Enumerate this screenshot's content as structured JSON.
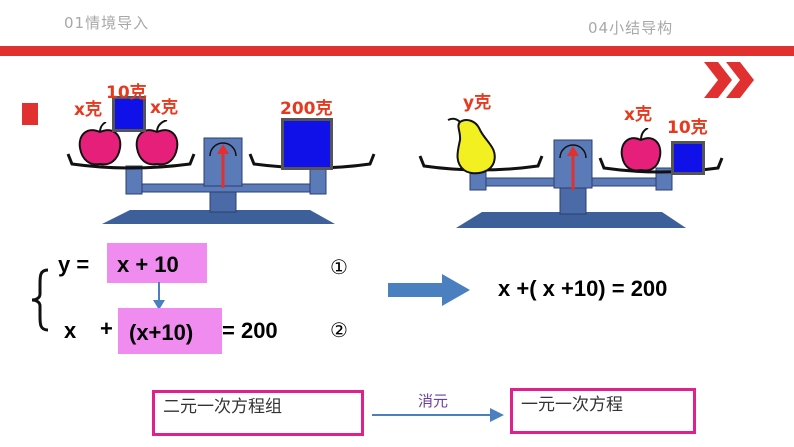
{
  "header": {
    "left_text": "01情境导入",
    "right_text": "04小结导构"
  },
  "colors": {
    "accent_red": "#e03030",
    "label_red": "#e8381e",
    "pink_fill": "#f08cf0",
    "box_border": "#e0208c",
    "arrow_blue": "#4a7fc0",
    "scale_blue": "#3d5f9a"
  },
  "icons": [
    "chevron-right-icon",
    "scale-icon",
    "apple-icon",
    "pear-icon",
    "weight-icon",
    "arrow-right-icon",
    "arrow-down-icon",
    "brace-icon"
  ],
  "scale_left": {
    "left_pan": {
      "x_label_1": "x克",
      "weight_label": "10克",
      "x_label_2": "x克"
    },
    "right_pan": {
      "weight_label": "200克"
    }
  },
  "scale_right": {
    "left_pan": {
      "y_label": "y克"
    },
    "right_pan": {
      "x_label": "x克",
      "weight_label": "10克"
    }
  },
  "equations": {
    "eq1_lhs": "y =",
    "eq1_rhs": "x + 10",
    "eq1_marker": "①",
    "eq2_x": "x",
    "eq2_plus": "+",
    "eq2_sub": "(x+10)",
    "eq2_rhs": "= 200",
    "eq2_marker": "②",
    "result": "x +( x +10) = 200"
  },
  "bottom": {
    "box_left": "二元一次方程组",
    "arrow_label": "消元",
    "box_right": "一元一次方程"
  }
}
